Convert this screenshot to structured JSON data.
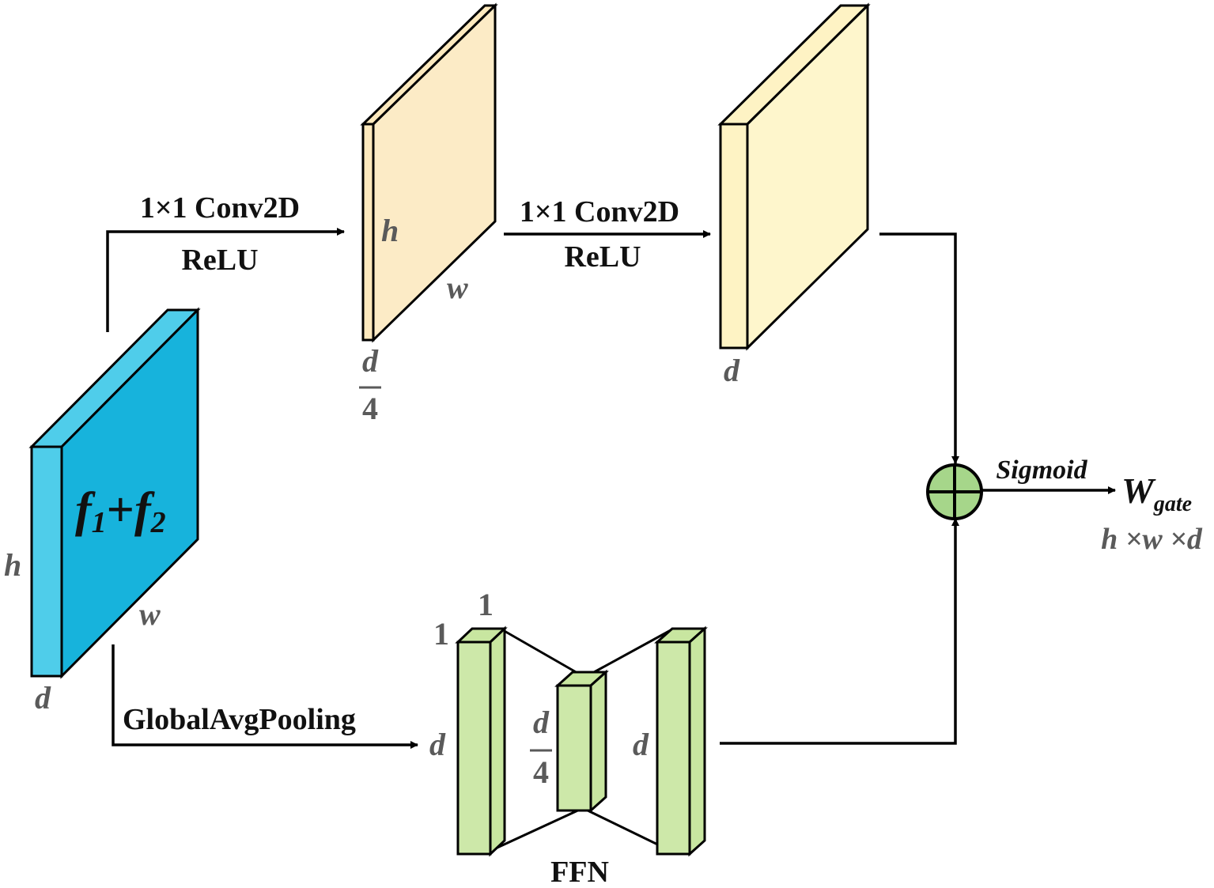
{
  "colors": {
    "input_face": "#17b3dc",
    "input_side": "#4fcdea",
    "feat1_face": "#fcebc6",
    "feat1_side": "#fde9bd",
    "feat2_face": "#fef6cc",
    "feat2_side": "#fef3c4",
    "ffn_face": "#cde8a9",
    "ffn_side": "#c8e6a0",
    "sum_fill": "#a6d68a"
  },
  "input_block": {
    "label_main1": "f",
    "label_sub1": "1",
    "label_plus": "+",
    "label_main2": "f",
    "label_sub2": "2",
    "dim_h": "h",
    "dim_w": "w",
    "dim_d": "d"
  },
  "top_path": {
    "conv1_label": "1×1 Conv2D",
    "relu1_label": "ReLU",
    "conv2_label": "1×1 Conv2D",
    "relu2_label": "ReLU",
    "feat1_dim_h": "h",
    "feat1_dim_w": "w",
    "feat1_dim_d_num": "d",
    "feat1_dim_d_den": "4",
    "feat2_dim_d": "d"
  },
  "bottom_path": {
    "pool_label": "GlobalAvgPooling",
    "ffn_label": "FFN",
    "ffn_dim_1a": "1",
    "ffn_dim_1b": "1",
    "ffn_dim_d_left": "d",
    "ffn_dim_mid_num": "d",
    "ffn_dim_mid_den": "4",
    "ffn_dim_d_right": "d"
  },
  "output": {
    "sigmoid_label": "Sigmoid",
    "w_label": "W",
    "w_sub": "gate",
    "shape_label": "h ×w ×d"
  }
}
